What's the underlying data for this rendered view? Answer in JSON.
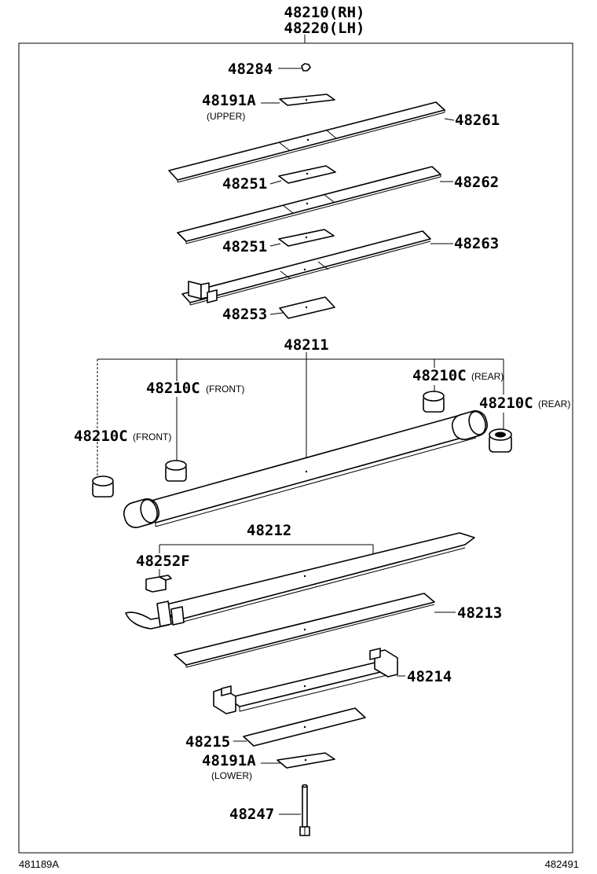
{
  "title": {
    "rh": "48210(RH)",
    "lh": "48220(LH)"
  },
  "labels": {
    "p48284": "48284",
    "p48191a_upper": "48191A",
    "upper": "(UPPER)",
    "p48261": "48261",
    "p48251_a": "48251",
    "p48262": "48262",
    "p48251_b": "48251",
    "p48263": "48263",
    "p48253": "48253",
    "p48211": "48211",
    "p48210c_front_a": "48210C",
    "front_a": "(FRONT)",
    "p48210c_rear_a": "48210C",
    "rear_a": "(REAR)",
    "p48210c_rear_b": "48210C",
    "rear_b": "(REAR)",
    "p48210c_front_b": "48210C",
    "front_b": "(FRONT)",
    "p48212": "48212",
    "p48252f": "48252F",
    "p48213": "48213",
    "p48214": "48214",
    "p48215": "48215",
    "p48191a_lower": "48191A",
    "lower": "(LOWER)",
    "p48247": "48247"
  },
  "footer": {
    "left": "481189A",
    "right": "482491"
  }
}
